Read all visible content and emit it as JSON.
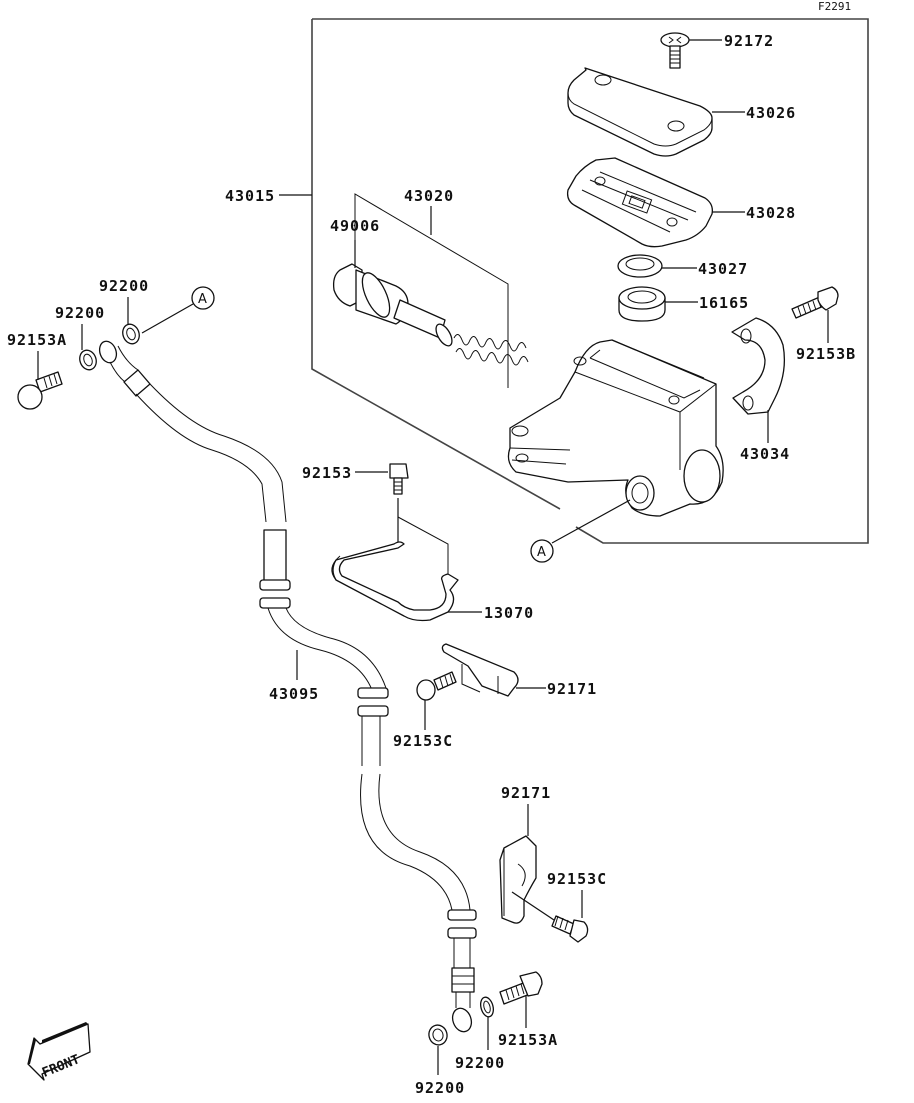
{
  "figure_id": "F2291",
  "front_marker": "FRONT",
  "reference_mark": "A",
  "labels": {
    "screw_92172": "92172",
    "cap_43026": "43026",
    "plate_43028": "43028",
    "assy_43015": "43015",
    "kit_43020": "43020",
    "piston_49006": "49006",
    "ring_43027": "43027",
    "boot_16165": "16165",
    "bolt_92153B": "92153B",
    "holder_43034": "43034",
    "washer_92200_top1": "92200",
    "washer_92200_top2": "92200",
    "bolt_92153A_top": "92153A",
    "bolt_92153": "92153",
    "guard_13070": "13070",
    "hose_43095": "43095",
    "clamp_92171_a": "92171",
    "bolt_92153C_a": "92153C",
    "clamp_92171_b": "92171",
    "bolt_92153C_b": "92153C",
    "bolt_92153A_bottom": "92153A",
    "washer_92200_bottom1": "92200",
    "washer_92200_bottom2": "92200"
  }
}
